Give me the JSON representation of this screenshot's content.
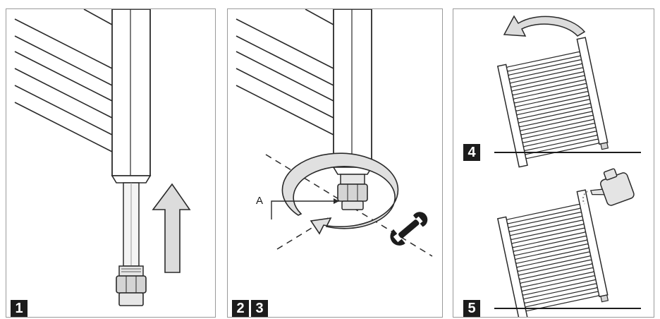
{
  "steps": {
    "step1": "1",
    "step2": "2",
    "step3": "3",
    "step4": "4",
    "step5": "5"
  },
  "labels": {
    "marker_a": "A"
  },
  "icons": [
    "up-arrow-icon",
    "wrench-icon",
    "rotate-arrow-icon",
    "oil-can-icon"
  ],
  "colors": {
    "line": "#2a2a2a",
    "fill": "#ffffff",
    "shade": "#d4d4d4",
    "badge": "#1c1c1c"
  }
}
